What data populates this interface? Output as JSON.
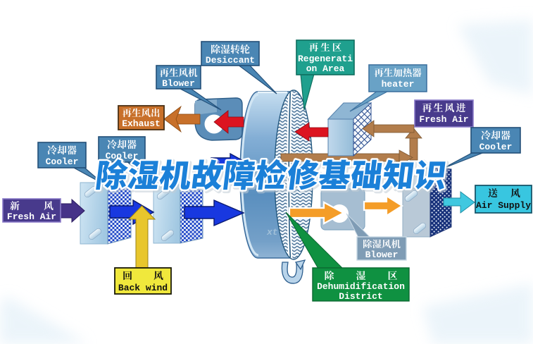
{
  "title": {
    "text": "除湿机故障检修基础知识"
  },
  "watermark": {
    "text": "xt"
  },
  "labels": {
    "desiccant": {
      "zh": "除湿转轮",
      "en": "Desiccant"
    },
    "regen_blower": {
      "zh": "再生风机",
      "en": "Blower"
    },
    "regen_area": {
      "zh": "再生区",
      "en1": "Regenerati",
      "en2": "on Area"
    },
    "regen_heater": {
      "zh": "再生加热器",
      "en": "heater"
    },
    "regen_in": {
      "zh": "再生风进",
      "en": "Fresh Air"
    },
    "cooler_right": {
      "zh": "冷却器",
      "en": "Cooler"
    },
    "exhaust": {
      "zh": "再生风出",
      "en": "Exhaust"
    },
    "cooler_left_1": {
      "zh": "冷却器",
      "en": "Cooler"
    },
    "cooler_left_2": {
      "zh": "冷却器",
      "en": "Cooler"
    },
    "fresh_air_in": {
      "zh": "新风",
      "en": "Fresh Air"
    },
    "back_wind": {
      "zh": "回风",
      "en": "Back wind"
    },
    "dehumid_blower": {
      "zh": "除湿风机",
      "en": "Blower"
    },
    "dehumid_district": {
      "zh": "除湿区",
      "en1": "Dehumidification",
      "en2": "District"
    },
    "air_supply": {
      "zh": "送风",
      "en": "Air Supply"
    }
  },
  "colors": {
    "title_blue": "#1b80d8",
    "label_blue": "#4a86b4",
    "label_teal": "#1fa08e",
    "label_light_blue": "#69a2c6",
    "label_indigo": "#483a8c",
    "label_gray_blue": "#7f9cb5",
    "label_green": "#0f9141",
    "label_cyan": "#38c6e0",
    "label_yellow": "#f0e83c",
    "label_orange": "#c8702a",
    "arrow_red": "#dc1420",
    "arrow_orange": "#f49d28",
    "arrow_tan": "#b27d4c",
    "arrow_blue": "#1838e0",
    "arrow_yellow": "#e8c62c",
    "arrow_cyan": "#40c8e0",
    "arrow_purple": "#463288"
  }
}
